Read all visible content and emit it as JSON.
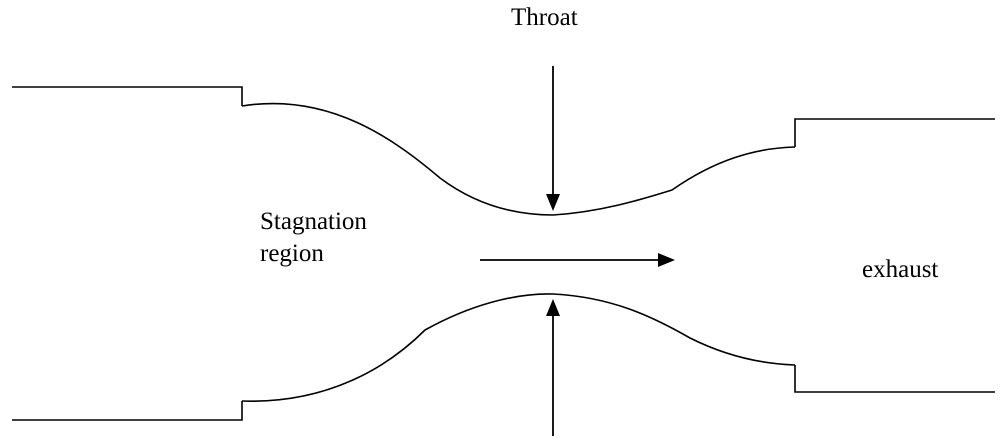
{
  "labels": {
    "throat": "Throat",
    "stagnation_line1": "Stagnation",
    "stagnation_line2": "region",
    "exhaust": "exhaust"
  },
  "colors": {
    "stroke": "#000000",
    "background": "#ffffff"
  }
}
